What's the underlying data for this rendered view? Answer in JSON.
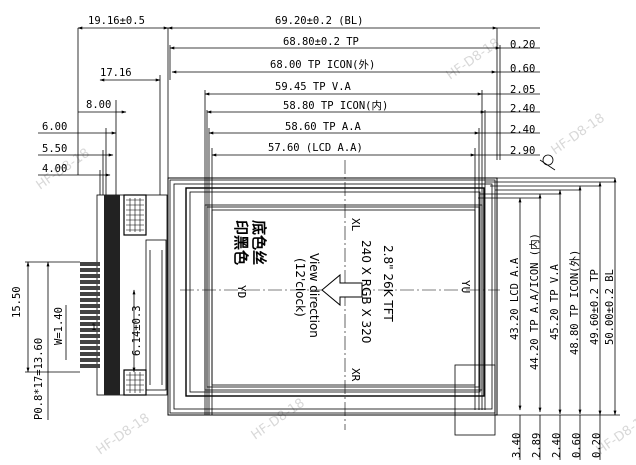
{
  "dimensions_top": {
    "fpc_offset": "19.16±0.5",
    "bl_width": "69.20±0.2 (BL)",
    "tp_width": "68.80±0.2 TP",
    "tp_icon_width": "68.00 TP ICON(外)",
    "tp_va_width": "59.45 TP V.A",
    "tp_icon_inner_width": "58.80 TP ICON(内)",
    "tp_aa_width": "58.60 TP A.A",
    "lcd_aa_width": "57.60 (LCD A.A)"
  },
  "dimensions_right": {
    "r1": "0.20",
    "r2": "0.60",
    "r3": "2.05",
    "r4": "2.40",
    "r5": "2.40",
    "r6": "2.90"
  },
  "dimensions_left": {
    "d1": "17.16",
    "d2": "8.00",
    "d3": "6.00",
    "d4": "5.50",
    "d5": "4.00",
    "fpc_height": "15.50",
    "w_value": "W=1.40",
    "pitch": "P0.8*17=13.60",
    "fpc_len": "6.14±0.3"
  },
  "dimensions_vertical": {
    "v1": "43.20 LCD A.A",
    "v2": "44.20 TP A.A/ICON (内)",
    "v3": "45.20 TP V.A",
    "v4": "48.80 TP ICON(外)",
    "v5": "49.60±0.2 TP",
    "v6": "50.00±0.2 BL"
  },
  "dimensions_bottom": {
    "b1": "3.40",
    "b2": "2.89",
    "b3": "2.40",
    "b4": "0.60",
    "b5": "0.20"
  },
  "panel": {
    "xl": "XL",
    "xr": "XR",
    "yu": "YU",
    "yd": "YD",
    "tft_label": "2.8\" 26K TFT",
    "resolution": "240 X RGB X 320",
    "view_direction": "View direction",
    "view_clock": "(12'clock)",
    "silkscreen_line1": "底色丝",
    "silkscreen_line2": "印黑色",
    "pin_label": "1"
  },
  "watermark": "HF-D8-18"
}
